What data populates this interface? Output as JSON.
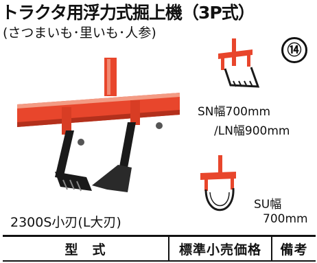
{
  "header": {
    "title": "トラクタ用浮力式掘上機（3P式）",
    "subtitle": "(さつまいも･里いも･人参)",
    "badge": "⑭"
  },
  "colors": {
    "frame_red": "#e8462c",
    "blade_black": "#1a1a1a",
    "text": "#111111"
  },
  "products": [
    {
      "name": "main-digger",
      "label": "2300S小刃(L大刃)"
    },
    {
      "name": "sn-ln-digger",
      "label_sn": "SN幅700mm",
      "label_ln": "/LN幅900mm"
    },
    {
      "name": "su-digger",
      "label_su": "SU幅",
      "label_su_width": "700mm"
    }
  ],
  "table": {
    "headers": [
      "型　式",
      "標準小売価格",
      "備考"
    ]
  }
}
